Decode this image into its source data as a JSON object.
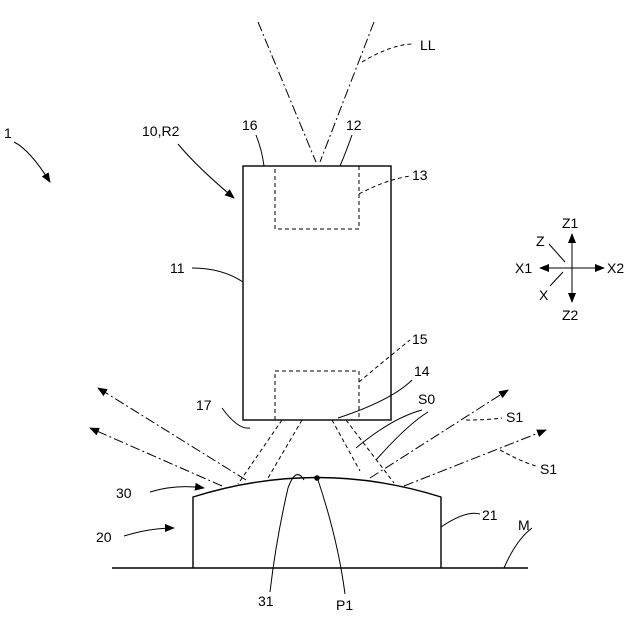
{
  "labels": {
    "device": "1",
    "unit": "10,R2",
    "body": "11",
    "window_top": "12",
    "element_top": "13",
    "window_bottom": "14",
    "element_bottom": "15",
    "top_face": "16",
    "bottom_face": "17",
    "stage": "20",
    "stage_body": "21",
    "surface": "30",
    "surface_point_label": "31",
    "point": "P1",
    "base": "M",
    "light": "LL",
    "beam_s0": "S0",
    "beam_s1_a": "S1",
    "beam_s1_b": "S1"
  },
  "axes": {
    "z_up": "Z1",
    "z_down": "Z2",
    "x_left": "X1",
    "x_right": "X2",
    "z": "Z",
    "x": "X"
  },
  "colors": {
    "line": "#000000",
    "background": "#ffffff"
  }
}
